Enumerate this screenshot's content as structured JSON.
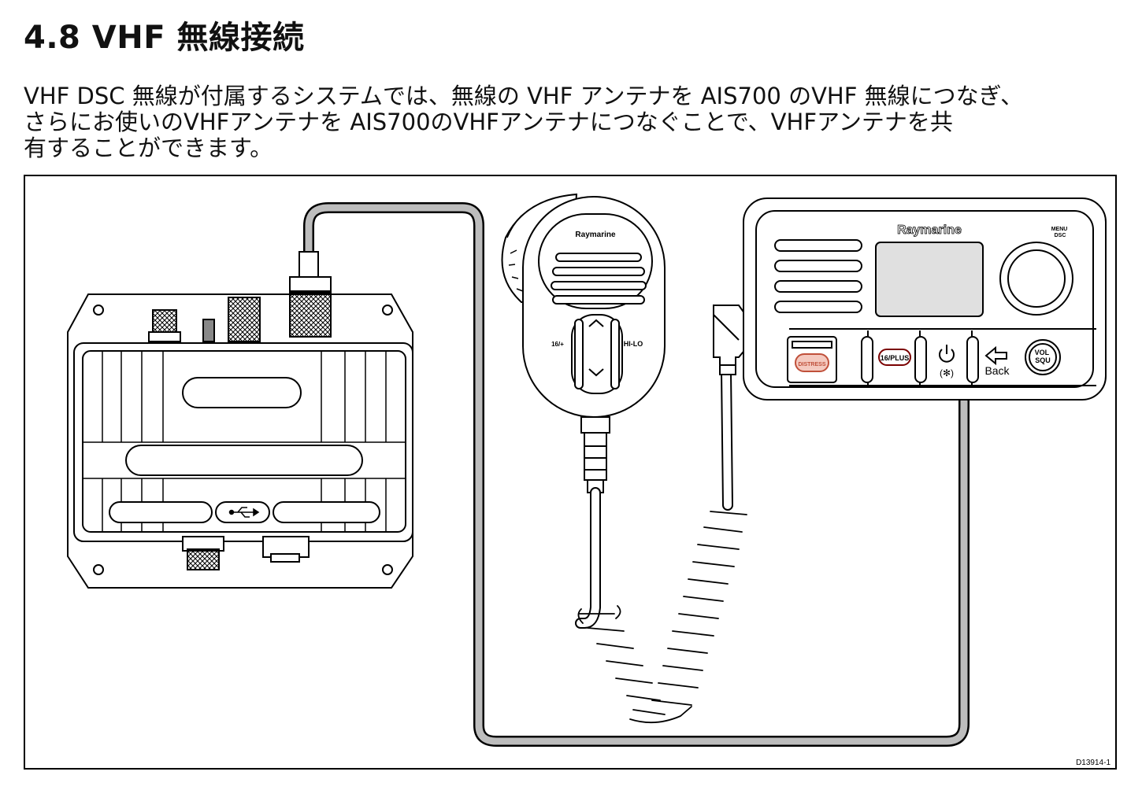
{
  "section": {
    "title": "4.8 VHF 無線接続"
  },
  "body": {
    "lines": [
      "VHF DSC 無線が付属するシステムでは、無線の VHF アンテナを AIS700 のVHF 無線につなぎ、",
      "さらにお使いのVHFアンテナを AIS700のVHFアンテナにつなぐことで、VHFアンテナを共",
      "有することができます。"
    ]
  },
  "figure": {
    "radio": {
      "brand": "Raymarine",
      "menu_label": "MENU\nDSC",
      "buttons": {
        "distress": "DISTRESS",
        "channel16": "16/PLUS",
        "back": "Back",
        "volume": "VOL\nSQU"
      }
    },
    "handset": {
      "brand": "Raymarine",
      "left_key": "16/+",
      "right_key": "HI-LO"
    },
    "reference": "D13914-1"
  }
}
